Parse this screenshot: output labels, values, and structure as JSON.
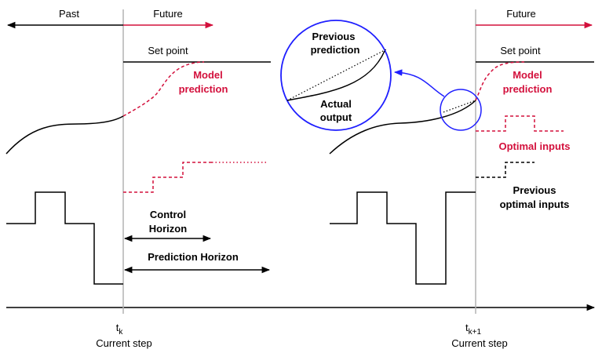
{
  "colors": {
    "black": "#000000",
    "red": "#d3103c",
    "blue": "#1f1fff",
    "grey": "#b3b3b3"
  },
  "labels": {
    "past": "Past",
    "future_left": "Future",
    "future_right": "Future",
    "set_point_left": "Set point",
    "set_point_right": "Set point",
    "model_prediction_left_1": "Model",
    "model_prediction_left_2": "prediction",
    "model_prediction_right_1": "Model",
    "model_prediction_right_2": "prediction",
    "previous_prediction_1": "Previous",
    "previous_prediction_2": "prediction",
    "actual_output_1": "Actual",
    "actual_output_2": "output",
    "optimal_inputs": "Optimal inputs",
    "previous_optimal_inputs_1": "Previous",
    "previous_optimal_inputs_2": "optimal inputs",
    "control_horizon_1": "Control",
    "control_horizon_2": "Horizon",
    "prediction_horizon": "Prediction Horizon",
    "tk_main": "t",
    "tk_sub": "k",
    "tk1_main": "t",
    "tk1_sub": "k+1",
    "current_step_left": "Current step",
    "current_step_right": "Current step"
  }
}
